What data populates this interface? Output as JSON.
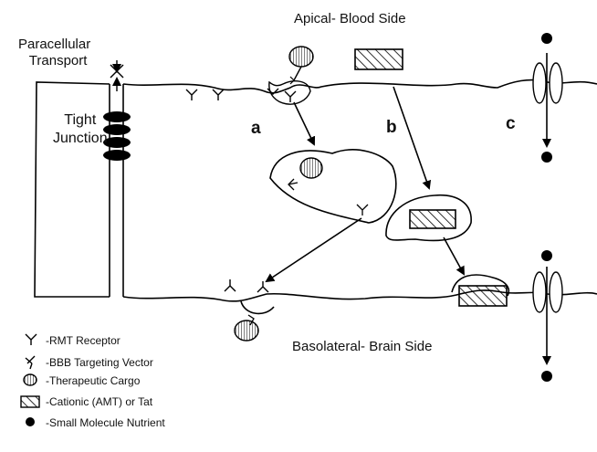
{
  "labels": {
    "apical": "Apical- Blood Side",
    "basolateral": "Basolateral- Brain Side",
    "paracellular": "Paracellular Transport",
    "paracellular_line1": "Paracellular",
    "paracellular_line2": "Transport",
    "tight_junction_line1": "Tight",
    "tight_junction_line2": "Junction"
  },
  "pathways": [
    "a",
    "b",
    "c"
  ],
  "legend": [
    {
      "symbol": "rmt-receptor",
      "text": "-RMT Receptor"
    },
    {
      "symbol": "bbb-targeting-vector",
      "text": "-BBB Targeting Vector"
    },
    {
      "symbol": "therapeutic-cargo",
      "text": "-Therapeutic Cargo"
    },
    {
      "symbol": "cationic-box",
      "text": "-Cationic (AMT) or Tat"
    },
    {
      "symbol": "small-molecule-dot",
      "text": "-Small Molecule Nutrient"
    }
  ]
}
